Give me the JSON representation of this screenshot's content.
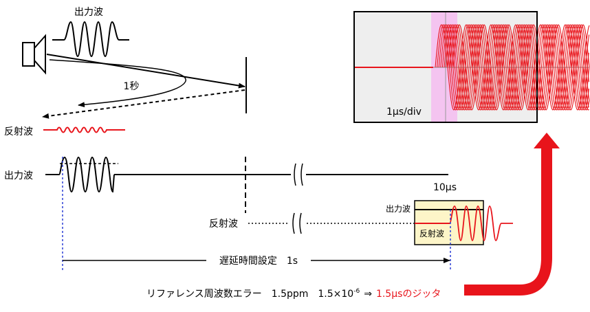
{
  "top_diagram": {
    "output_wave_label": "出力波",
    "delay_label": "1秒",
    "reflected_wave_label": "反射波"
  },
  "timeline": {
    "output_wave_label": "出力波",
    "reflected_wave_label": "反射波",
    "delay_setting_label": "遅延時間設定　1s",
    "zoom_width_label": "10μs",
    "zoom_output_label": "出力波",
    "zoom_reflected_label": "反射波"
  },
  "scope": {
    "div_label": "1μs/div"
  },
  "caption": {
    "text_before": "リファレンス周波数エラー　1.5ppm　1.5×10",
    "exponent": "-6",
    "arrow": "⇒",
    "result": "1.5μsのジッタ"
  },
  "colors": {
    "signal_red": "#e8141b",
    "marker_blue": "#2b3fd6",
    "zoom_fill": "#fdf5c8",
    "scope_fill": "#eeeeee",
    "trigger_fill": "#f4c4f0"
  }
}
